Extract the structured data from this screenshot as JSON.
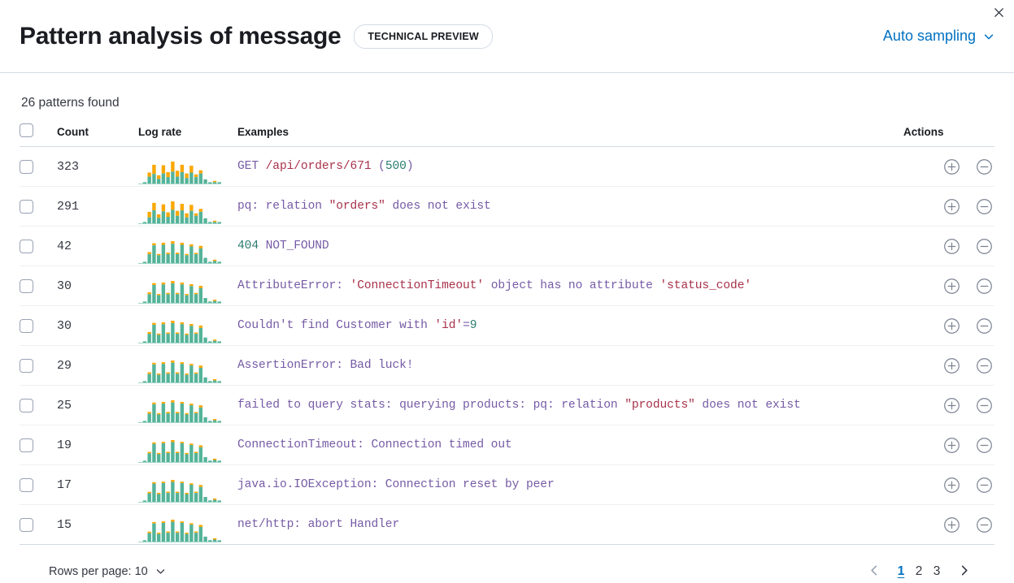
{
  "header": {
    "title": "Pattern analysis of message",
    "badge": "TECHNICAL PREVIEW",
    "sampling_label": "Auto sampling",
    "sampling_icon": "chevron-down-icon",
    "close_icon": "close-icon"
  },
  "summary": {
    "patterns_found": "26 patterns found"
  },
  "table": {
    "columns": {
      "select": "",
      "count": "Count",
      "log_rate": "Log rate",
      "examples": "Examples",
      "actions": "Actions"
    },
    "action_icons": {
      "filter_for": "plus-in-circle-icon",
      "filter_out": "minus-in-circle-icon"
    },
    "rows": [
      {
        "count": "323",
        "example_plain": "GET /api/orders/671 (500)",
        "tokens": [
          {
            "t": "GET ",
            "k": "def"
          },
          {
            "t": "/api/orders/671",
            "k": "str"
          },
          {
            "t": " (",
            "k": "def"
          },
          {
            "t": "500",
            "k": "num"
          },
          {
            "t": ")",
            "k": "def"
          }
        ]
      },
      {
        "count": "291",
        "example_plain": "pq: relation \"orders\" does not exist",
        "tokens": [
          {
            "t": "pq: relation ",
            "k": "def"
          },
          {
            "t": "\"orders\"",
            "k": "str"
          },
          {
            "t": " does not exist",
            "k": "def"
          }
        ]
      },
      {
        "count": "42",
        "example_plain": "404 NOT_FOUND",
        "tokens": [
          {
            "t": "404",
            "k": "num"
          },
          {
            "t": " NOT_FOUND",
            "k": "def"
          }
        ]
      },
      {
        "count": "30",
        "example_plain": "AttributeError: 'ConnectionTimeout' object has no attribute 'status_code'",
        "tokens": [
          {
            "t": "AttributeError: ",
            "k": "def"
          },
          {
            "t": "'ConnectionTimeout'",
            "k": "str"
          },
          {
            "t": " object has no attribute ",
            "k": "def"
          },
          {
            "t": "'status_code'",
            "k": "str"
          }
        ]
      },
      {
        "count": "30",
        "example_plain": "Couldn't find Customer with 'id'=9",
        "tokens": [
          {
            "t": "Couldn't find Customer with ",
            "k": "def"
          },
          {
            "t": "'id'",
            "k": "str"
          },
          {
            "t": "=",
            "k": "def"
          },
          {
            "t": "9",
            "k": "num"
          }
        ]
      },
      {
        "count": "29",
        "example_plain": "AssertionError: Bad luck!",
        "tokens": [
          {
            "t": "AssertionError: Bad luck!",
            "k": "def"
          }
        ]
      },
      {
        "count": "25",
        "example_plain": "failed to query stats: querying products: pq: relation \"products\" does not exist",
        "tokens": [
          {
            "t": "failed to query stats: querying products: pq: relation ",
            "k": "def"
          },
          {
            "t": "\"products\"",
            "k": "str"
          },
          {
            "t": " does not exist",
            "k": "def"
          }
        ]
      },
      {
        "count": "19",
        "example_plain": "ConnectionTimeout: Connection timed out",
        "tokens": [
          {
            "t": "ConnectionTimeout: Connection timed out",
            "k": "def"
          }
        ]
      },
      {
        "count": "17",
        "example_plain": "java.io.IOException: Connection reset by peer",
        "tokens": [
          {
            "t": "java.io.IOException: Connection reset by peer",
            "k": "def"
          }
        ]
      },
      {
        "count": "15",
        "example_plain": "net/http: abort Handler",
        "tokens": [
          {
            "t": "net/http: abort Handler",
            "k": "def"
          }
        ]
      }
    ]
  },
  "chart_data": {
    "type": "bar",
    "title": "Log rate sparklines",
    "stacked": true,
    "grid": false,
    "legend": null,
    "series_names": [
      "baseline",
      "deviation"
    ],
    "colors": {
      "baseline": "#54b399",
      "deviation": "#fca700"
    },
    "ylim": [
      0,
      100
    ],
    "sparklines": [
      {
        "count": "323",
        "baseline": [
          0,
          3,
          30,
          42,
          20,
          44,
          28,
          52,
          30,
          50,
          24,
          48,
          28,
          44,
          18,
          4,
          6,
          3
        ],
        "deviation": [
          0,
          0,
          18,
          40,
          16,
          36,
          22,
          44,
          26,
          32,
          20,
          30,
          12,
          14,
          0,
          0,
          4,
          0
        ]
      },
      {
        "count": "291",
        "baseline": [
          0,
          4,
          24,
          52,
          22,
          48,
          26,
          54,
          30,
          52,
          24,
          50,
          30,
          46,
          20,
          5,
          5,
          3
        ],
        "deviation": [
          0,
          0,
          22,
          30,
          14,
          28,
          18,
          34,
          20,
          26,
          16,
          24,
          10,
          12,
          0,
          0,
          3,
          0
        ]
      },
      {
        "count": "42",
        "baseline": [
          0,
          4,
          34,
          68,
          30,
          70,
          34,
          74,
          34,
          70,
          30,
          64,
          34,
          56,
          20,
          5,
          8,
          3
        ],
        "deviation": [
          0,
          0,
          8,
          8,
          4,
          8,
          6,
          10,
          6,
          8,
          5,
          8,
          4,
          10,
          0,
          0,
          5,
          0
        ]
      },
      {
        "count": "30",
        "baseline": [
          0,
          4,
          32,
          66,
          28,
          68,
          32,
          72,
          32,
          68,
          28,
          62,
          32,
          54,
          18,
          5,
          7,
          3
        ],
        "deviation": [
          0,
          0,
          7,
          7,
          4,
          7,
          5,
          9,
          5,
          7,
          4,
          7,
          3,
          9,
          0,
          0,
          4,
          0
        ]
      },
      {
        "count": "30",
        "baseline": [
          0,
          4,
          33,
          67,
          29,
          69,
          33,
          73,
          33,
          69,
          29,
          63,
          33,
          55,
          19,
          5,
          7,
          3
        ],
        "deviation": [
          0,
          0,
          7,
          7,
          4,
          7,
          5,
          9,
          5,
          7,
          4,
          7,
          3,
          9,
          0,
          0,
          4,
          0
        ]
      },
      {
        "count": "29",
        "baseline": [
          0,
          4,
          30,
          64,
          27,
          66,
          31,
          70,
          31,
          66,
          27,
          60,
          31,
          52,
          18,
          5,
          7,
          3
        ],
        "deviation": [
          0,
          0,
          6,
          6,
          3,
          6,
          5,
          8,
          5,
          6,
          4,
          6,
          3,
          8,
          0,
          0,
          4,
          0
        ]
      },
      {
        "count": "25",
        "baseline": [
          0,
          4,
          31,
          65,
          28,
          67,
          32,
          71,
          32,
          67,
          28,
          61,
          32,
          53,
          18,
          5,
          7,
          3
        ],
        "deviation": [
          0,
          0,
          6,
          6,
          3,
          6,
          5,
          8,
          5,
          6,
          4,
          6,
          3,
          8,
          0,
          0,
          4,
          0
        ]
      },
      {
        "count": "19",
        "baseline": [
          0,
          4,
          30,
          63,
          27,
          65,
          31,
          69,
          31,
          65,
          27,
          59,
          31,
          51,
          17,
          5,
          7,
          3
        ],
        "deviation": [
          0,
          0,
          5,
          5,
          3,
          5,
          4,
          7,
          4,
          5,
          3,
          5,
          3,
          7,
          0,
          0,
          3,
          0
        ]
      },
      {
        "count": "17",
        "baseline": [
          0,
          4,
          30,
          64,
          27,
          66,
          31,
          70,
          31,
          66,
          27,
          60,
          31,
          52,
          17,
          5,
          7,
          3
        ],
        "deviation": [
          0,
          0,
          5,
          5,
          3,
          5,
          4,
          7,
          4,
          5,
          3,
          5,
          3,
          7,
          0,
          0,
          3,
          0
        ]
      },
      {
        "count": "15",
        "baseline": [
          0,
          4,
          29,
          62,
          26,
          64,
          30,
          68,
          30,
          64,
          26,
          58,
          30,
          50,
          17,
          5,
          7,
          3
        ],
        "deviation": [
          0,
          0,
          5,
          5,
          3,
          5,
          4,
          7,
          4,
          5,
          3,
          5,
          3,
          7,
          0,
          0,
          3,
          0
        ]
      }
    ]
  },
  "footer": {
    "rows_per_page_label": "Rows per page: 10",
    "rows_per_page_icon": "chevron-down-icon",
    "prev_icon": "chevron-left-icon",
    "next_icon": "chevron-right-icon",
    "pages": [
      "1",
      "2",
      "3"
    ],
    "active_page": "1"
  },
  "colors": {
    "accent": "#0071c2",
    "baseline_bar": "#54b399",
    "deviation_bar": "#fca700",
    "token_default": "#765ba5",
    "token_string": "#a8324a",
    "token_number": "#2a7b6f",
    "border": "#d3dae6"
  }
}
